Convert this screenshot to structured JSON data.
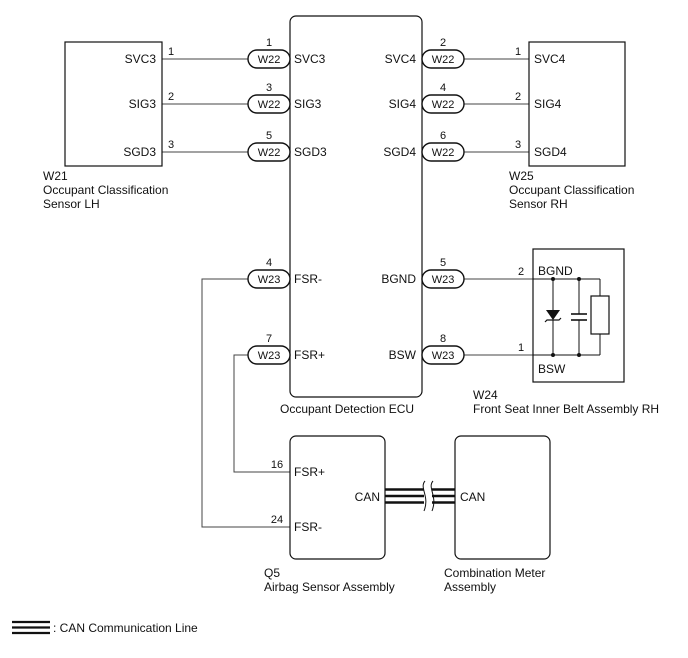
{
  "ecu": {
    "name": "Occupant Detection ECU",
    "terminals": {
      "svc3": "SVC3",
      "sig3": "SIG3",
      "sgd3": "SGD3",
      "svc4": "SVC4",
      "sig4": "SIG4",
      "sgd4": "SGD4",
      "fsrm": "FSR-",
      "fsrp": "FSR+",
      "bgnd": "BGND",
      "bsw": "BSW"
    }
  },
  "sensor_lh": {
    "code": "W21",
    "name_line1": "Occupant Classification",
    "name_line2": "Sensor LH",
    "terminals": {
      "svc3": "SVC3",
      "sig3": "SIG3",
      "sgd3": "SGD3"
    },
    "pins": {
      "svc3": "1",
      "sig3": "2",
      "sgd3": "3"
    }
  },
  "sensor_rh": {
    "code": "W25",
    "name_line1": "Occupant Classification",
    "name_line2": "Sensor RH",
    "terminals": {
      "svc4": "SVC4",
      "sig4": "SIG4",
      "sgd4": "SGD4"
    },
    "pins": {
      "svc4": "1",
      "sig4": "2",
      "sgd4": "3"
    }
  },
  "belt": {
    "code": "W24",
    "name": "Front Seat Inner Belt Assembly RH",
    "terminals": {
      "bgnd": "BGND",
      "bsw": "BSW"
    },
    "pins": {
      "bgnd": "2",
      "bsw": "1"
    }
  },
  "airbag": {
    "code": "Q5",
    "name": "Airbag Sensor Assembly",
    "terminals": {
      "fsrp": "FSR+",
      "fsrm": "FSR-",
      "can": "CAN"
    },
    "pins": {
      "fsrp": "16",
      "fsrm": "24"
    }
  },
  "meter": {
    "name_line1": "Combination Meter",
    "name_line2": "Assembly",
    "terminals": {
      "can": "CAN"
    }
  },
  "connectors": {
    "svc3": {
      "id": "W22",
      "pin": "1"
    },
    "sig3": {
      "id": "W22",
      "pin": "3"
    },
    "sgd3": {
      "id": "W22",
      "pin": "5"
    },
    "svc4": {
      "id": "W22",
      "pin": "2"
    },
    "sig4": {
      "id": "W22",
      "pin": "4"
    },
    "sgd4": {
      "id": "W22",
      "pin": "6"
    },
    "fsrm": {
      "id": "W23",
      "pin": "4"
    },
    "fsrp": {
      "id": "W23",
      "pin": "7"
    },
    "bgnd": {
      "id": "W23",
      "pin": "5"
    },
    "bsw": {
      "id": "W23",
      "pin": "8"
    }
  },
  "legend": {
    "text": ": CAN Communication Line"
  }
}
